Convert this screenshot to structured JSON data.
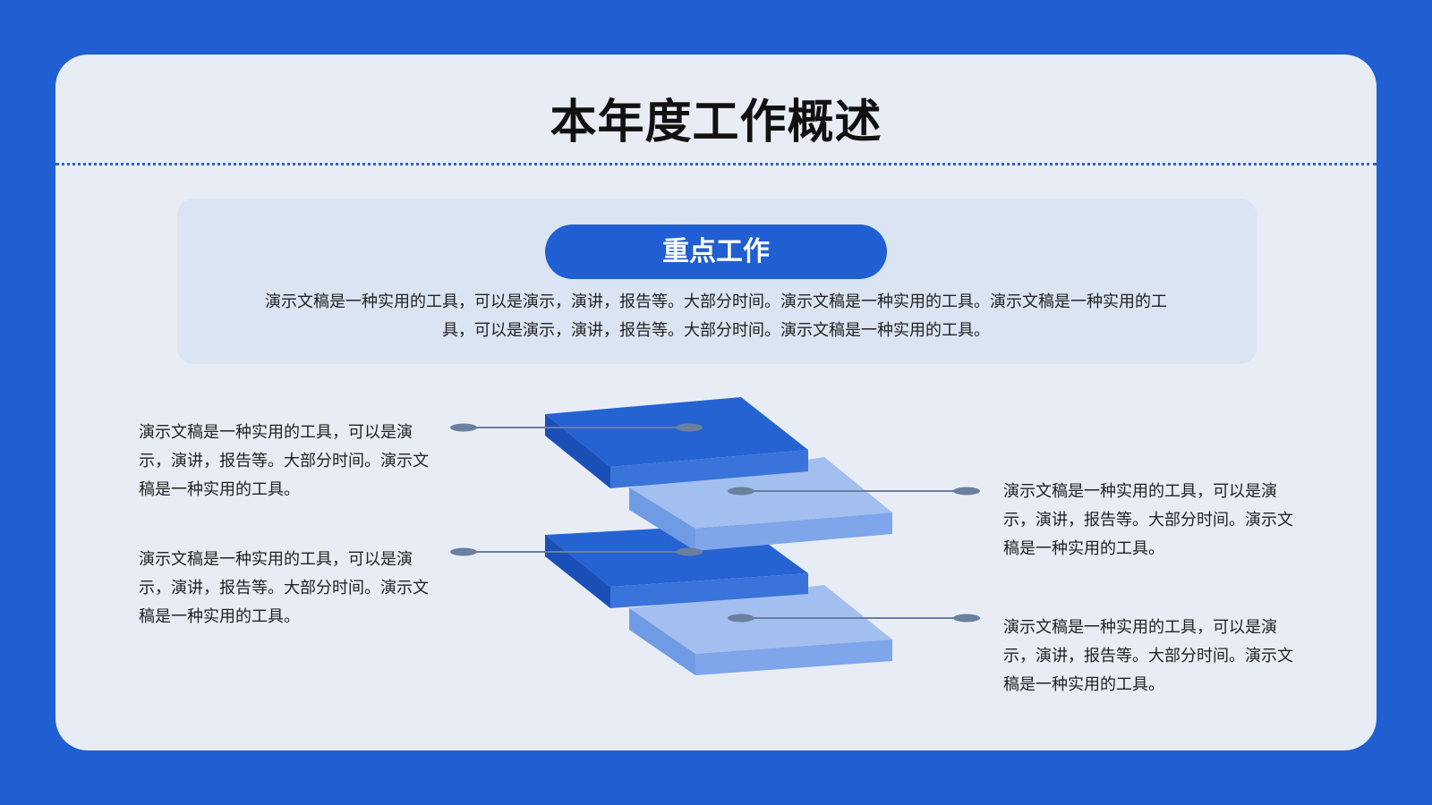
{
  "title": "本年度工作概述",
  "key_section": {
    "label": "重点工作",
    "text": "演示文稿是一种实用的工具，可以是演示，演讲，报告等。大部分时间。演示文稿是一种实用的工具。演示文稿是一种实用的工具，可以是演示，演讲，报告等。大部分时间。演示文稿是一种实用的工具。"
  },
  "items": [
    {
      "text": "演示文稿是一种实用的工具，可以是演示，演讲，报告等。大部分时间。演示文稿是一种实用的工具。"
    },
    {
      "text": "演示文稿是一种实用的工具，可以是演示，演讲，报告等。大部分时间。演示文稿是一种实用的工具。"
    },
    {
      "text": "演示文稿是一种实用的工具，可以是演示，演讲，报告等。大部分时间。演示文稿是一种实用的工具。"
    },
    {
      "text": "演示文稿是一种实用的工具，可以是演示，演讲，报告等。大部分时间。演示文稿是一种实用的工具。"
    }
  ],
  "colors": {
    "background": "#1f5fd1",
    "card": "#e8edf5",
    "panel": "#dbe4f2",
    "layer_dark": "#1f5fd1",
    "layer_light": "#93b3ea",
    "connector": "#6b7f9e"
  }
}
